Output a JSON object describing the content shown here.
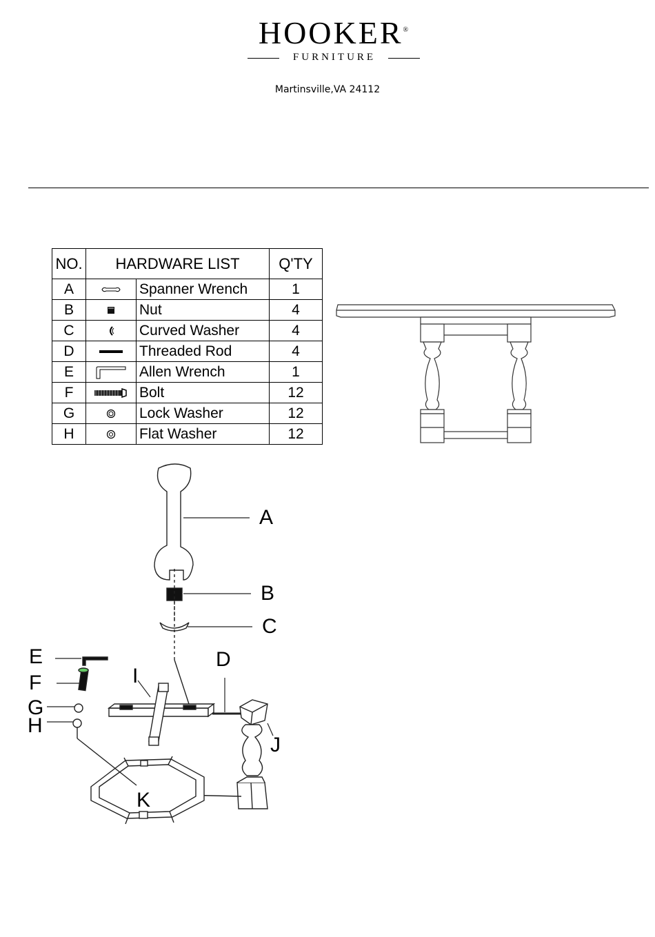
{
  "header": {
    "brand": "HOOKER",
    "registered_mark": "®",
    "brand_sub": "FURNITURE",
    "address": "Martinsville,VA 24112"
  },
  "hardware_table": {
    "headers": {
      "no": "NO.",
      "list": "HARDWARE LIST",
      "qty": "Q'TY"
    },
    "rows": [
      {
        "no": "A",
        "icon": "spanner-wrench-icon",
        "name": "Spanner Wrench",
        "qty": "1"
      },
      {
        "no": "B",
        "icon": "nut-icon",
        "name": "Nut",
        "qty": "4"
      },
      {
        "no": "C",
        "icon": "curved-washer-icon",
        "name": "Curved Washer",
        "qty": "4"
      },
      {
        "no": "D",
        "icon": "threaded-rod-icon",
        "name": "Threaded Rod",
        "qty": "4"
      },
      {
        "no": "E",
        "icon": "allen-wrench-icon",
        "name": "Allen Wrench",
        "qty": "1"
      },
      {
        "no": "F",
        "icon": "bolt-icon",
        "name": "Bolt",
        "qty": "12"
      },
      {
        "no": "G",
        "icon": "lock-washer-icon",
        "name": "Lock Washer",
        "qty": "12"
      },
      {
        "no": "H",
        "icon": "flat-washer-icon",
        "name": "Flat Washer",
        "qty": "12"
      }
    ]
  },
  "diagram": {
    "labels": {
      "a": "A",
      "b": "B",
      "c": "C",
      "d": "D",
      "e": "E",
      "f": "F",
      "g": "G",
      "h": "H",
      "i": "I",
      "j": "J",
      "k": "K"
    }
  }
}
